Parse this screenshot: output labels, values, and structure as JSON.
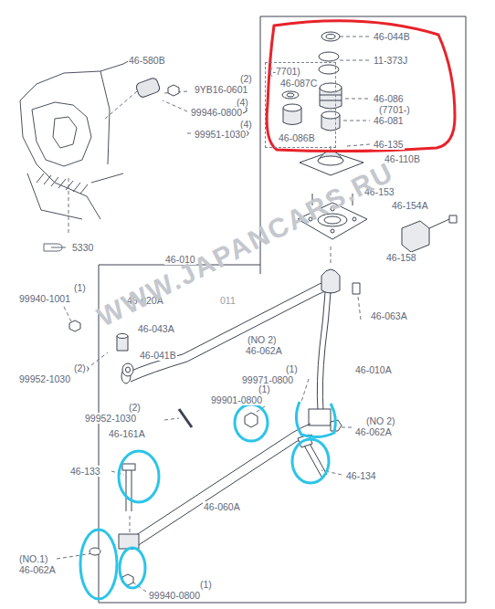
{
  "diagram": {
    "nodes": [
      {
        "text": [
          "(-7701)",
          "46-087C",
          "46-086B"
        ]
      }
    ],
    "labels": [
      "46-044B",
      "11-373J",
      "46-086",
      "(7701-)",
      "46-081",
      "46-135",
      "46-110B",
      "46-153",
      "46-154A",
      "46-158",
      "46-580B",
      "(2)",
      "9YB16-0601",
      "(4)",
      "99946-0800",
      "(4)",
      "99951-1030",
      "5330",
      "46-010",
      "46-020A",
      "011",
      "(1)",
      "99940-1001",
      "46-043A",
      "46-041B",
      "46-063A",
      "46-010A",
      "(NO 2)",
      "46-062A",
      "(1)",
      "99971-0800",
      "(2)",
      "99952-1030",
      "(1)",
      "99901-0800",
      "(2)",
      "99952-1030",
      "46-161A",
      "(NO 2)",
      "46-062A",
      "46-133",
      "46-134",
      "46-060A",
      "(NO.1)",
      "46-062A",
      "(1)",
      "99940-0800",
      "WWW.JAPANCARS.RU"
    ]
  }
}
